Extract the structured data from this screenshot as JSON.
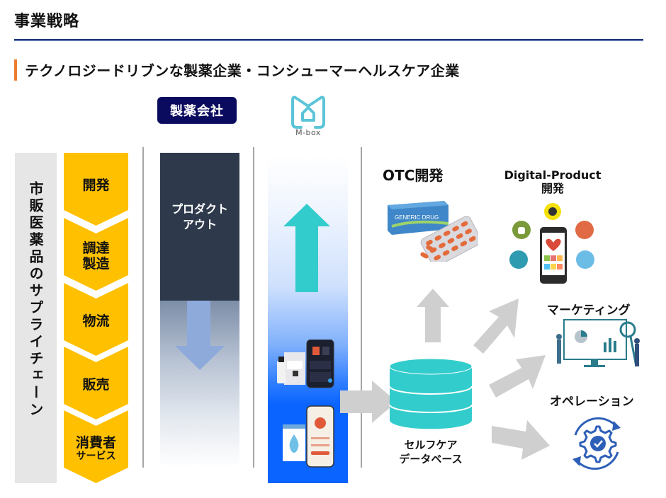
{
  "header": {
    "title": "事業戦略",
    "subtitle": "テクノロジードリブンな製薬企業・コンシューマーヘルスケア企業"
  },
  "colors": {
    "title_rule": "#1f3a7a",
    "subtitle_accent": "#ed7d31",
    "chevron": "#ffc000",
    "supply_chain_bg": "#e6e6e6",
    "badge": "#0a0a5e",
    "product_out": "#2e3a4c",
    "teal": "#33cccc",
    "mbox_blue": "#0a64ff",
    "flow_arrow": "#d0cfcf"
  },
  "supply_chain": {
    "label": "市販医薬品のサプライチェーン",
    "steps": [
      {
        "label": "開発",
        "sub": ""
      },
      {
        "label": "調達\n製造",
        "sub": ""
      },
      {
        "label": "物流",
        "sub": ""
      },
      {
        "label": "販売",
        "sub": ""
      },
      {
        "label": "消費者",
        "sub": "サービス"
      }
    ]
  },
  "pharma": {
    "badge": "製薬会社",
    "product_out": "プロダクト\nアウト",
    "arrow_direction": "down"
  },
  "mbox": {
    "logo_text": "M-box",
    "arrow_direction": "up",
    "images": [
      "product-and-app-image",
      "app-screens-image"
    ]
  },
  "database": {
    "label_line1": "セルフケア",
    "label_line2": "データベース"
  },
  "outputs": [
    {
      "label": "OTC開発",
      "icon": "generic-drug-illustration",
      "icon_text": "GENERIC DRUG"
    },
    {
      "label": "Digital-Product\n開発",
      "icon": "health-app-illustration"
    },
    {
      "label": "マーケティング",
      "icon": "marketing-analytics-illustration"
    },
    {
      "label": "オペレーション",
      "icon": "gear-cycle-icon"
    }
  ]
}
